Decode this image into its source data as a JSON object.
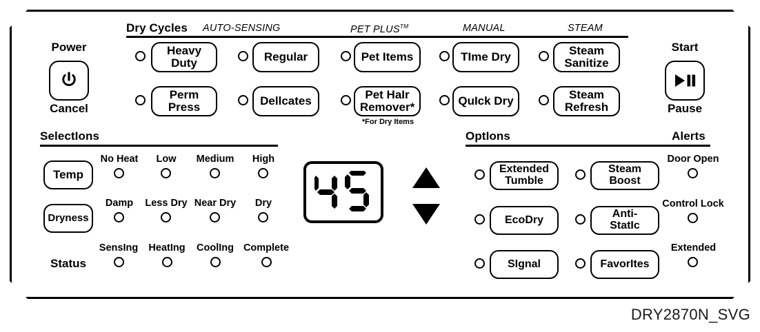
{
  "panel": {
    "model_code": "DRY2870N_SVG"
  },
  "power": {
    "top_label": "Power",
    "bottom_label": "Cancel",
    "icon": "power-icon"
  },
  "start": {
    "top_label": "Start",
    "bottom_label": "Pause",
    "icon": "play-pause-icon"
  },
  "dry_cycles": {
    "title": "Dry Cycles",
    "groups": [
      {
        "name": "AUTO-SENSING"
      },
      {
        "name": "PET PLUS",
        "trademark": "TM"
      },
      {
        "name": "MANUAL"
      },
      {
        "name": "STEAM"
      }
    ],
    "buttons": [
      {
        "line1": "Heavy",
        "line2": "Duty"
      },
      {
        "line1": "Regular",
        "line2": ""
      },
      {
        "line1": "Pet Items",
        "line2": ""
      },
      {
        "line1": "TIme Dry",
        "line2": ""
      },
      {
        "line1": "Steam",
        "line2": "Sanitize"
      },
      {
        "line1": "Perm",
        "line2": "Press"
      },
      {
        "line1": "Dellcates",
        "line2": ""
      },
      {
        "line1": "Pet HaIr",
        "line2": "Remover*"
      },
      {
        "line1": "QuIck Dry",
        "line2": ""
      },
      {
        "line1": "Steam",
        "line2": "Refresh"
      }
    ],
    "footnote": "*For Dry Items"
  },
  "selections": {
    "title": "SelectIons",
    "temp": {
      "button": "Temp",
      "options": [
        "No Heat",
        "Low",
        "Medium",
        "High"
      ]
    },
    "dryness": {
      "button": "Dryness",
      "options": [
        "Damp",
        "Less Dry",
        "Near Dry",
        "Dry"
      ]
    },
    "status": {
      "label": "Status",
      "options": [
        "SensIng",
        "HeatIng",
        "CoolIng",
        "Complete"
      ]
    }
  },
  "display": {
    "value": "45"
  },
  "arrows": {
    "up": "arrow-up",
    "down": "arrow-down"
  },
  "options": {
    "title": "OptIons",
    "buttons": [
      {
        "line1": "Extended",
        "line2": "Tumble"
      },
      {
        "line1": "Steam",
        "line2": "Boost"
      },
      {
        "line1": "EcoDry",
        "line2": ""
      },
      {
        "line1": "Anti-",
        "line2": "StatIc"
      },
      {
        "line1": "SIgnal",
        "line2": ""
      },
      {
        "line1": "FavorItes",
        "line2": ""
      }
    ]
  },
  "alerts": {
    "title": "Alerts",
    "items": [
      "Door Open",
      "Control Lock",
      "Extended"
    ]
  }
}
